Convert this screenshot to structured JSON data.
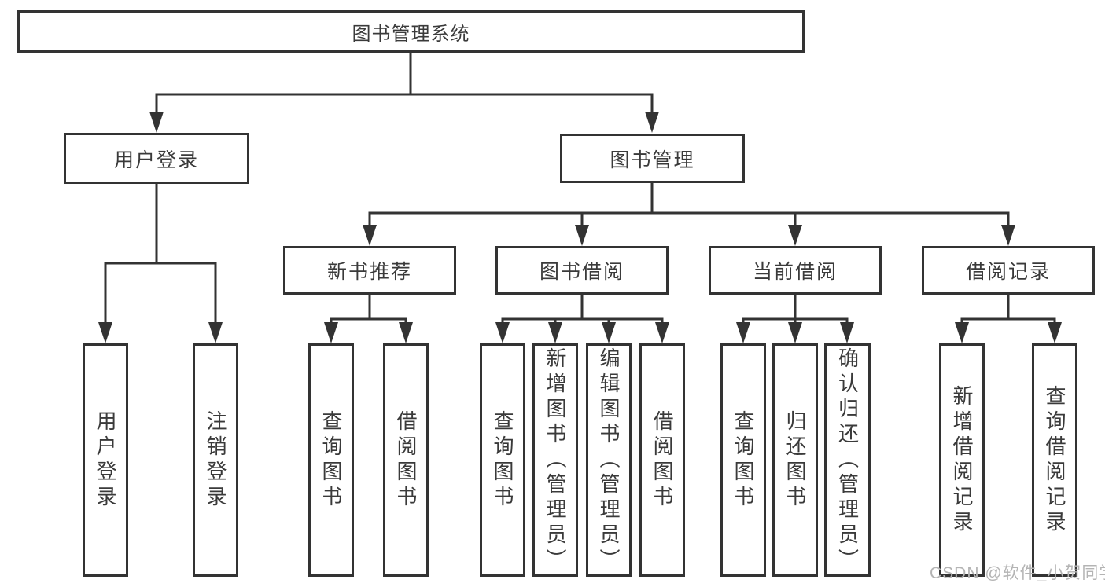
{
  "diagram": {
    "root": {
      "label": "图书管理系统",
      "children": [
        {
          "label": "用户登录",
          "children": [
            {
              "label": "用户登录"
            },
            {
              "label": "注销登录"
            }
          ]
        },
        {
          "label": "图书管理",
          "children": [
            {
              "label": "新书推荐",
              "children": [
                {
                  "label": "查询图书"
                },
                {
                  "label": "借阅图书"
                }
              ]
            },
            {
              "label": "图书借阅",
              "children": [
                {
                  "label": "查询图书"
                },
                {
                  "label": "新增图书（管理员）"
                },
                {
                  "label": "编辑图书（管理员）"
                },
                {
                  "label": "借阅图书"
                }
              ]
            },
            {
              "label": "当前借阅",
              "children": [
                {
                  "label": "查询图书"
                },
                {
                  "label": "归还图书"
                },
                {
                  "label": "确认归还（管理员）"
                }
              ]
            },
            {
              "label": "借阅记录",
              "children": [
                {
                  "label": "新增借阅记录"
                },
                {
                  "label": "查询借阅记录"
                }
              ]
            }
          ]
        }
      ]
    }
  },
  "watermark": {
    "text": "CSDN @软件_小贺同学"
  },
  "colors": {
    "line": "#333333",
    "box_border": "#333333",
    "text": "#3a3a3a",
    "background": "#ffffff",
    "watermark": "#b4b4b4"
  }
}
